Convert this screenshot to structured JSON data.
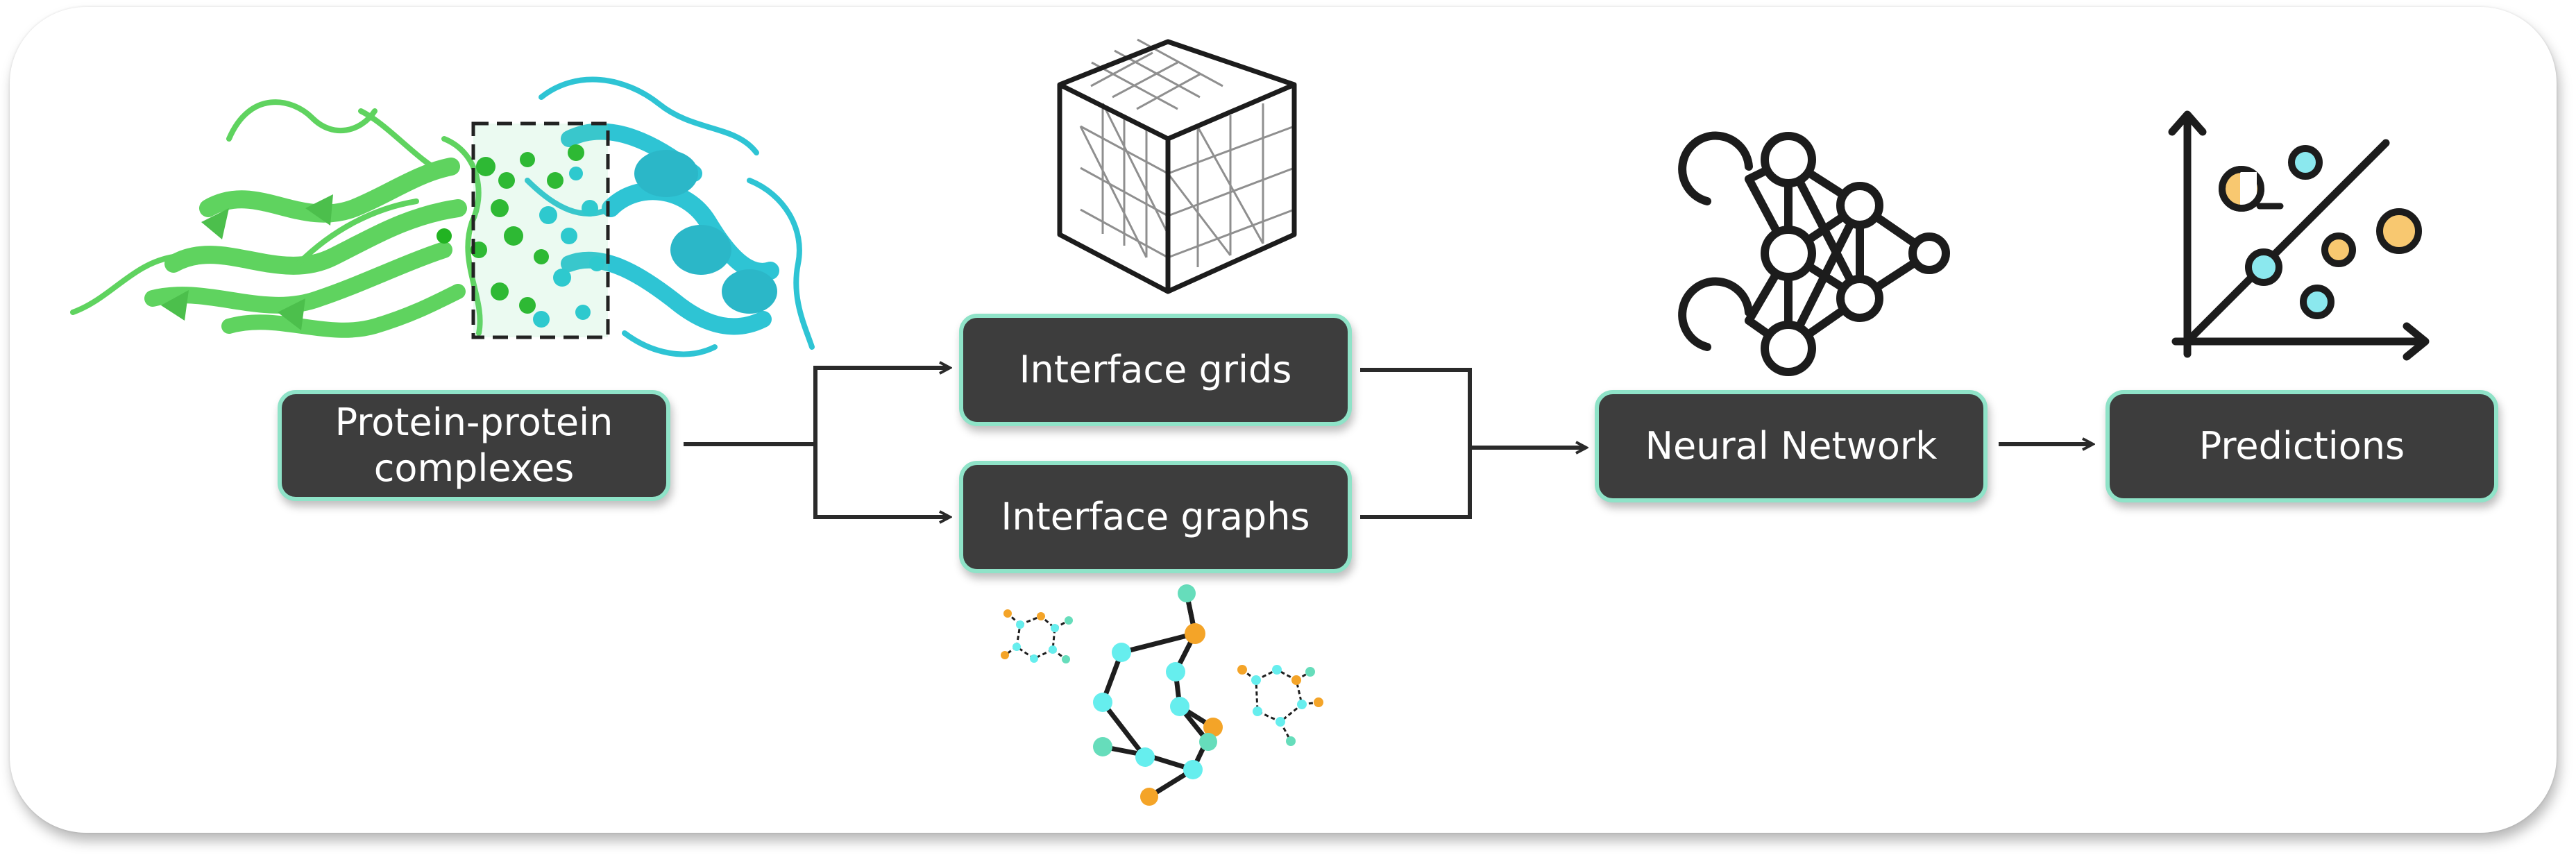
{
  "nodes": {
    "complexes": "Protein-protein\ncomplexes",
    "grids": "Interface grids",
    "graphs": "Interface graphs",
    "network": "Neural Network",
    "predictions": "Predictions"
  },
  "colors": {
    "node_fill": "#3d3d3d",
    "node_border": "#8fe3c8",
    "protein_green": "#66dd66",
    "protein_cyan": "#33c8d8",
    "graph_cyan": "#66eeee",
    "graph_orange": "#f4a428",
    "scatter_yellow": "#f8c870"
  },
  "icons": [
    "protein-structure-icon",
    "cube-grid-icon",
    "molecule-graph-icon",
    "neural-network-icon",
    "scatter-plot-icon",
    "arrow-right-icon"
  ]
}
